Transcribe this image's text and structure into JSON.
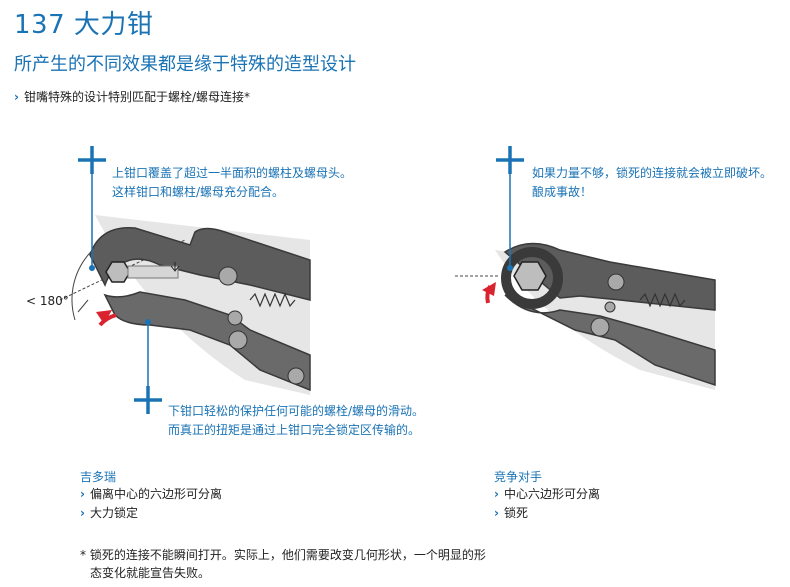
{
  "header": {
    "title": "137 大力钳",
    "subtitle": "所产生的不同效果都是缘于特殊的造型设计",
    "lead": "钳嘴特殊的设计特别匹配于螺栓/螺母连接*"
  },
  "left_diagram": {
    "note_top": [
      "上钳口覆盖了超过一半面积的螺柱及螺母头。",
      "这样钳口和螺柱/螺母充分配合。"
    ],
    "note_bottom": [
      "下钳口轻松的保护任何可能的螺栓/螺母的滑动。",
      "而真正的扭矩是通过上钳口完全锁定区传输的。"
    ],
    "angle_label": "< 180°",
    "caption_title": "吉多瑞",
    "caption_items": [
      "偏离中心的六边形可分离",
      "大力锁定"
    ]
  },
  "right_diagram": {
    "note_top": [
      "如果力量不够，锁死的连接就会被立即破坏。",
      "酿成事故！"
    ],
    "caption_title": "竞争对手",
    "caption_items": [
      "中心六边形可分离",
      "锁死"
    ]
  },
  "footnote": [
    "* 锁死的连接不能瞬间打开。实际上，他们需要改变几何形状，一个明显的形",
    "态变化就能宣告失败。"
  ],
  "colors": {
    "accent": "#1a73b5",
    "plier": "#5c5c5c",
    "arrow": "#d9232e"
  }
}
